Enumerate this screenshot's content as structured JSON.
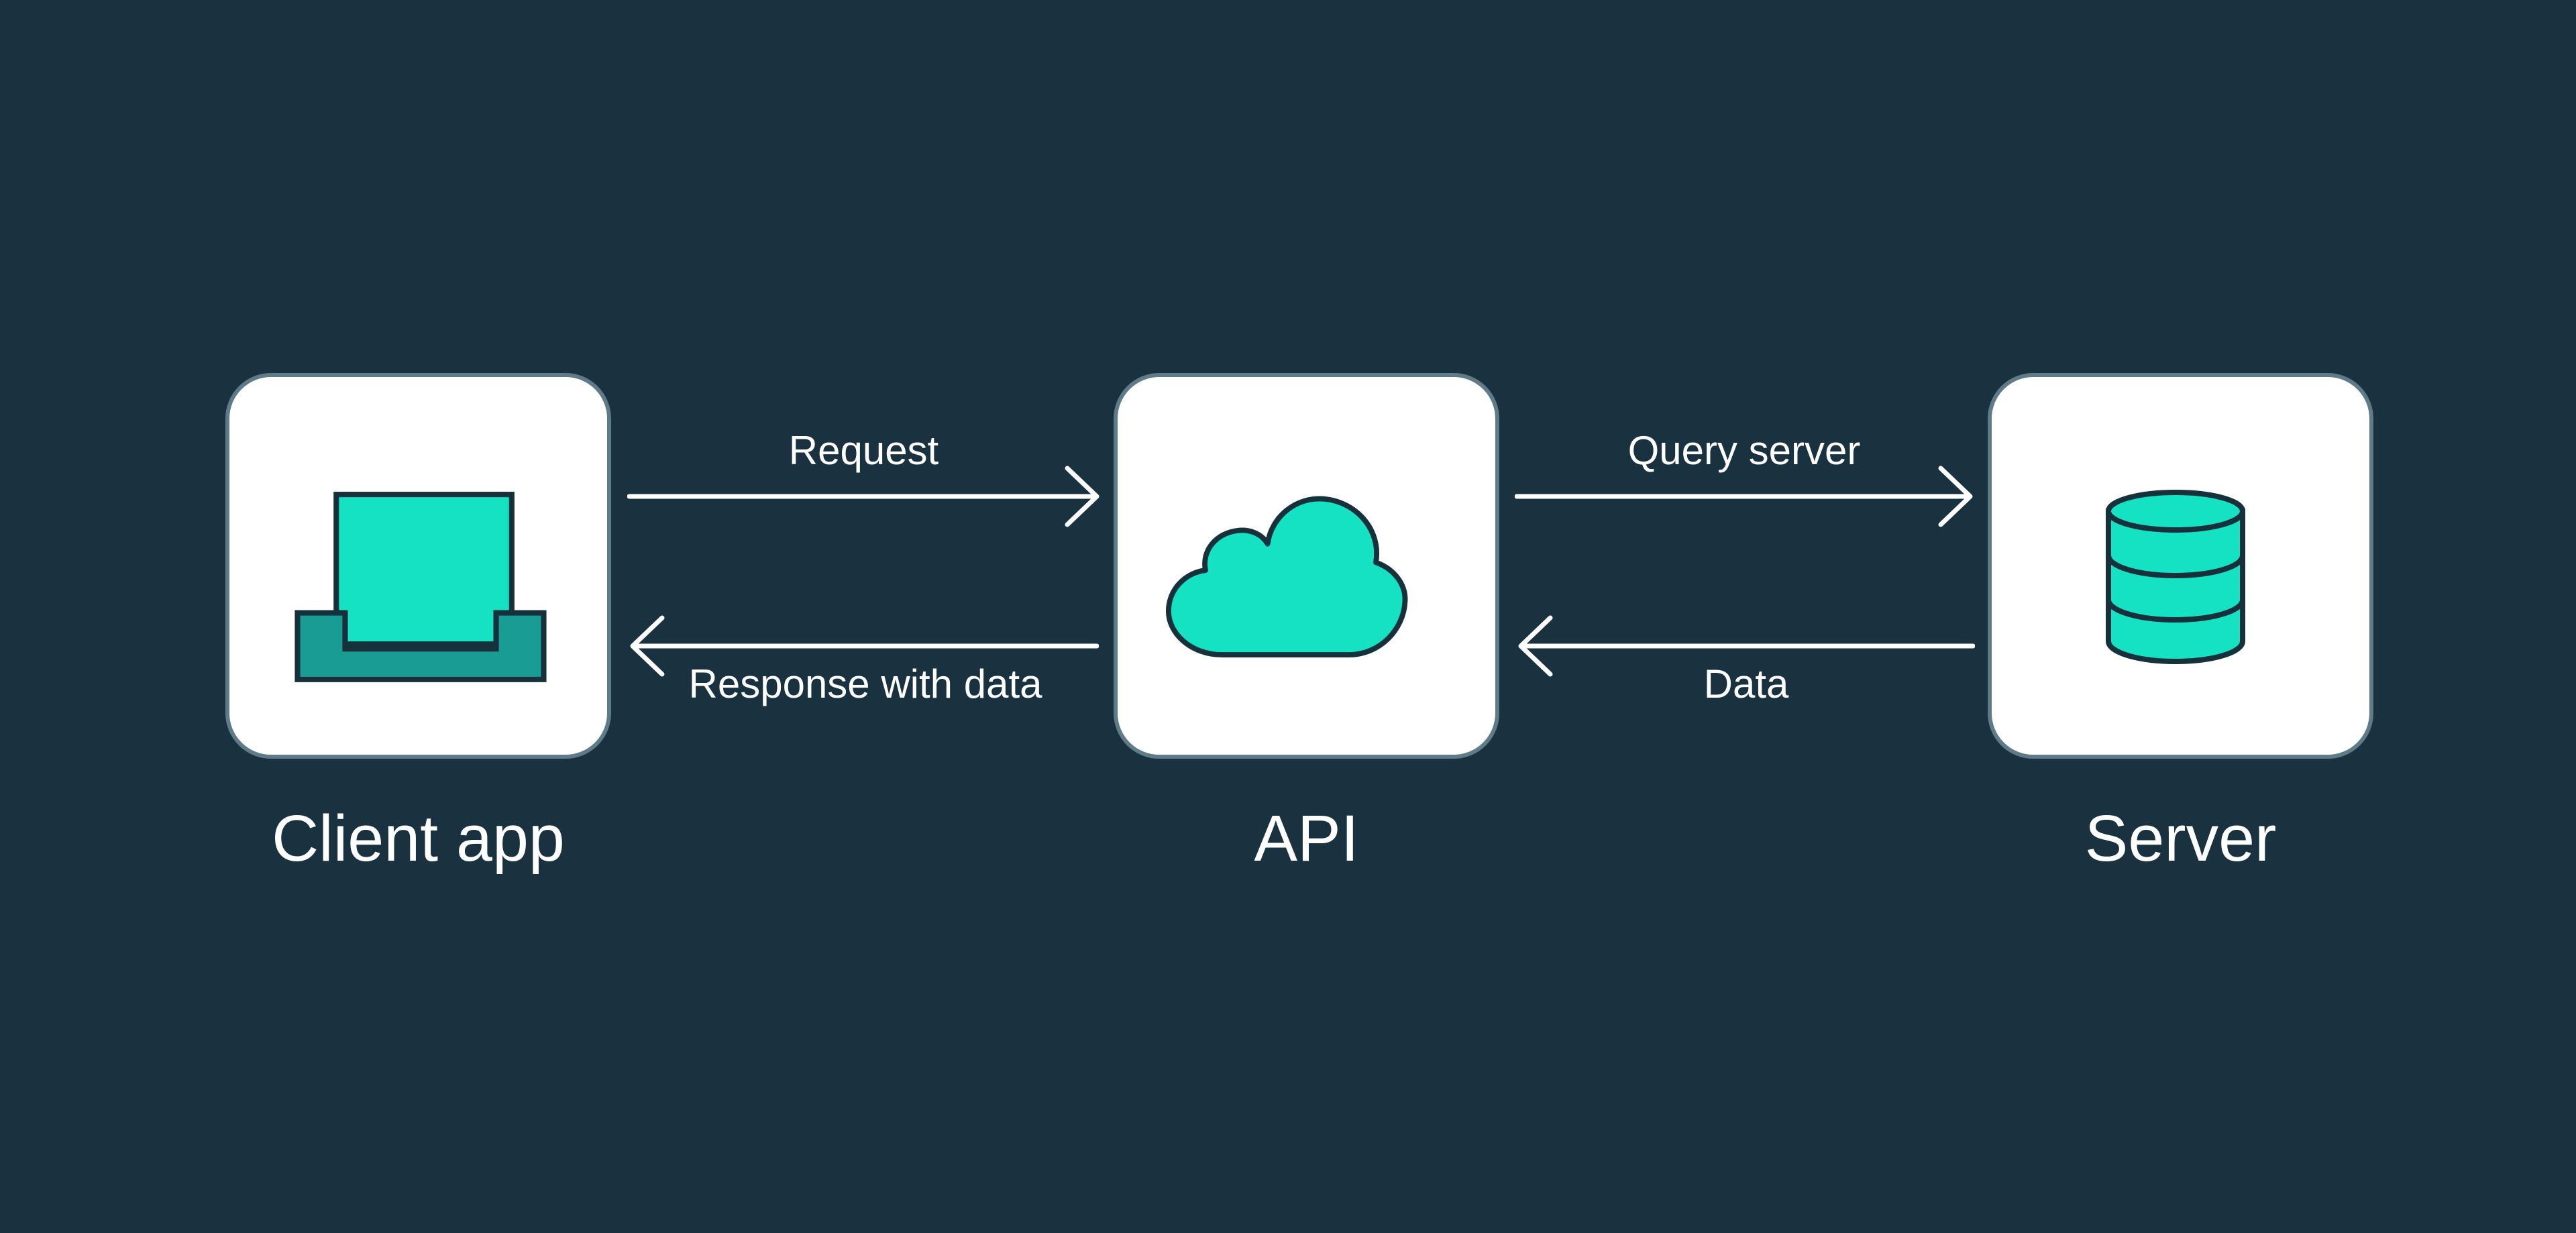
{
  "diagram": {
    "description": "Client app to API to Server request flow diagram",
    "colors": {
      "background": "#1A323F",
      "card_fill": "#FFFFFF",
      "card_border": "#5F7B88",
      "accent_teal": "#15E2C2",
      "accent_teal_dark": "#189C94",
      "icon_outline": "#16303C",
      "text": "#FFFFFF"
    },
    "nodes": [
      {
        "id": "client",
        "label": "Client app",
        "icon": "laptop-icon"
      },
      {
        "id": "api",
        "label": "API",
        "icon": "cloud-icon"
      },
      {
        "id": "server",
        "label": "Server",
        "icon": "database-icon"
      }
    ],
    "edges": [
      {
        "from": "client",
        "to": "api",
        "label": "Request",
        "direction": "right"
      },
      {
        "from": "api",
        "to": "client",
        "label": "Response with data",
        "direction": "left"
      },
      {
        "from": "api",
        "to": "server",
        "label": "Query server",
        "direction": "right"
      },
      {
        "from": "server",
        "to": "api",
        "label": "Data",
        "direction": "left"
      }
    ]
  }
}
